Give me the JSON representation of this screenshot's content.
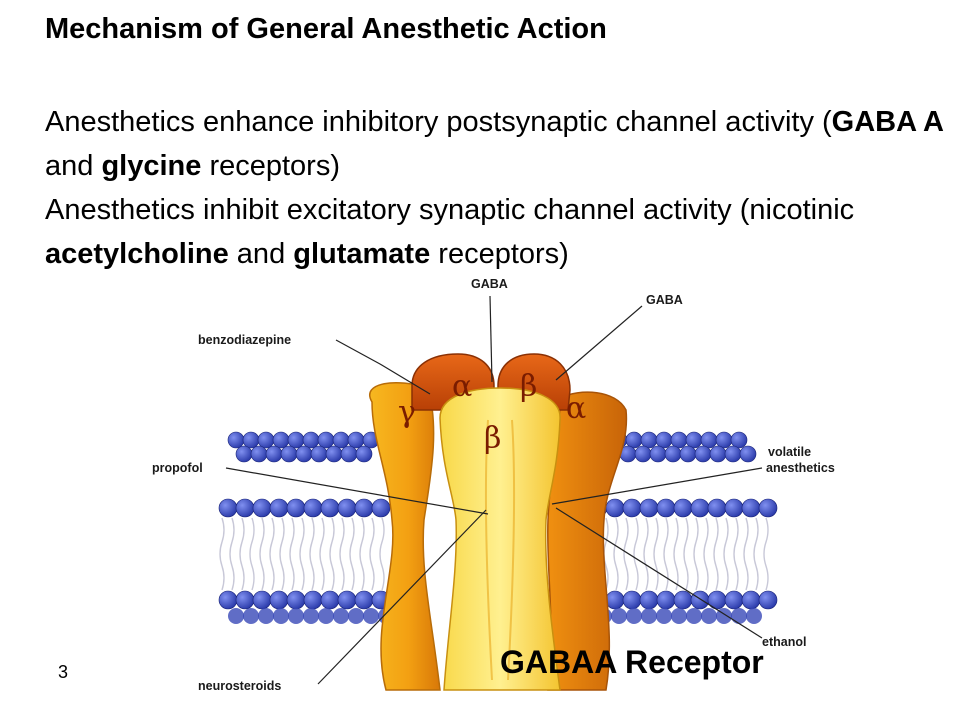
{
  "title": "Mechanism of General Anesthetic Action",
  "body": {
    "line1": {
      "p1": "Anesthetics enhance inhibitory postsynaptic channel activity (",
      "b1": "GABA A",
      "p2": " and ",
      "b2": "glycine",
      "p3": " receptors)"
    },
    "line2": {
      "p1": "Anesthetics inhibit excitatory synaptic channel activity (nicotinic ",
      "b1": "acetylcholine",
      "p2": " and ",
      "b2": "glutamate",
      "p3": " receptors)"
    }
  },
  "figure": {
    "labels": {
      "gaba_top": "GABA",
      "gaba_right": "GABA",
      "benzodiazepine": "benzodiazepine",
      "propofol": "propofol",
      "volatile_1": "volatile",
      "volatile_2": "anesthetics",
      "ethanol": "ethanol",
      "neurosteroids": "neurosteroids"
    },
    "subunits": {
      "alpha_left": "α",
      "beta_back": "β",
      "gamma": "γ",
      "alpha_right": "α",
      "beta_front": "β"
    },
    "colors": {
      "membrane_heads": "#3848b8",
      "subunit_front": "#f8e060",
      "subunit_side": "#f0a010",
      "subunit_top": "#c84808"
    }
  },
  "caption": "GABAA Receptor",
  "slide_number": "3"
}
